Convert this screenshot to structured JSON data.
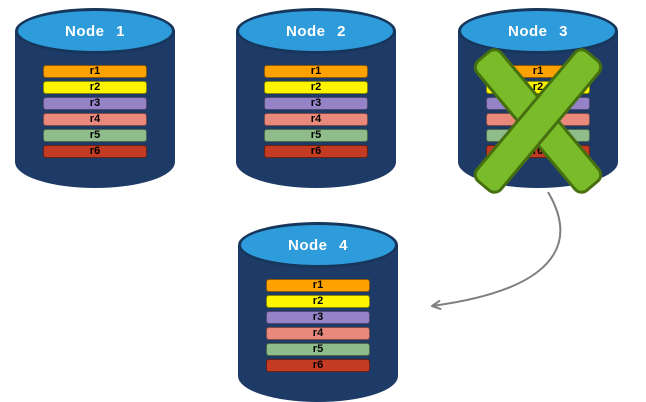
{
  "diagram": {
    "type": "database-replication-failover",
    "nodes": [
      {
        "label": "Node 1",
        "status": "active"
      },
      {
        "label": "Node 2",
        "status": "active"
      },
      {
        "label": "Node 3",
        "status": "failed"
      },
      {
        "label": "Node 4",
        "status": "active"
      }
    ],
    "records": [
      {
        "label": "r1",
        "color": "#FFA200"
      },
      {
        "label": "r2",
        "color": "#FDF500"
      },
      {
        "label": "r3",
        "color": "#9583C8"
      },
      {
        "label": "r4",
        "color": "#E8897C"
      },
      {
        "label": "r5",
        "color": "#8EBD8B"
      },
      {
        "label": "r6",
        "color": "#C23B22"
      }
    ],
    "colors": {
      "cylinder_body": "#1E3A66",
      "cylinder_top": "#2E9BDB",
      "node_label_text": "#FFFFFF",
      "failure_x_fill": "#79BB28",
      "failure_x_border": "#46700F",
      "arrow": "#7F7F7F"
    },
    "icons": {
      "failure": "failure-x-icon",
      "transfer": "replication-arrow-icon"
    }
  }
}
